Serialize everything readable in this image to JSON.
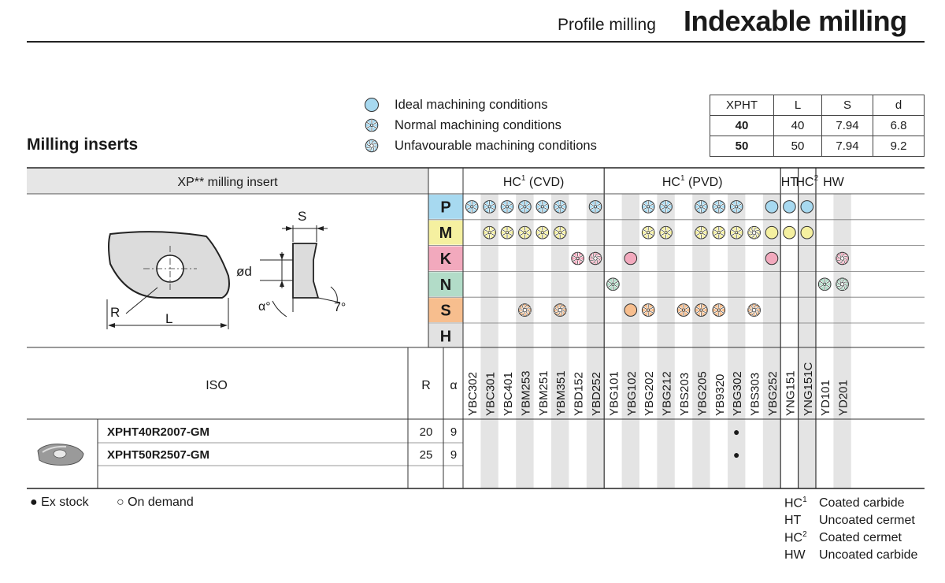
{
  "header": {
    "subtitle": "Profile milling",
    "title": "Indexable milling"
  },
  "section_title": "Milling inserts",
  "legend": [
    {
      "icon": "ideal-icon",
      "label": "Ideal machining conditions"
    },
    {
      "icon": "normal-icon",
      "label": "Normal machining conditions"
    },
    {
      "icon": "unfavourable-icon",
      "label": "Unfavourable machining conditions"
    }
  ],
  "dim_table": {
    "headers": [
      "XPHT",
      "L",
      "S",
      "d"
    ],
    "rows": [
      [
        "40",
        "40",
        "7.94",
        "6.8"
      ],
      [
        "50",
        "50",
        "7.94",
        "9.2"
      ]
    ]
  },
  "table": {
    "insert_header": "XP** milling insert",
    "groups": [
      {
        "label": "HC¹ (CVD)",
        "base": "HC",
        "sup": "1",
        "rest": " (CVD)"
      },
      {
        "label": "HC¹ (PVD)",
        "base": "HC",
        "sup": "1",
        "rest": " (PVD)"
      },
      {
        "label": "HT",
        "base": "HT",
        "sup": "",
        "rest": ""
      },
      {
        "label": "HC²",
        "base": "HC",
        "sup": "2",
        "rest": ""
      },
      {
        "label": "HW",
        "base": "HW",
        "sup": "",
        "rest": ""
      }
    ],
    "materials": [
      "P",
      "M",
      "K",
      "N",
      "S",
      "H"
    ],
    "material_colors": {
      "P": "#a7d9f0",
      "M": "#f5f0a0",
      "K": "#f2a9bd",
      "N": "#b2dcc8",
      "S": "#f7be8e",
      "H": "#e2e2e2"
    },
    "grades": [
      "YBC302",
      "YBC301",
      "YBC401",
      "YBM253",
      "YBM251",
      "YBM351",
      "YBD152",
      "YBD252",
      "YBG101",
      "YBG102",
      "YBG202",
      "YBG212",
      "YBS203",
      "YBG205",
      "YB9320",
      "YBG302",
      "YBS303",
      "YBG252",
      "YNG151",
      "YNG151C",
      "YD101",
      "YD201"
    ],
    "matrix": {
      "P": [
        "normal",
        "normal",
        "normal",
        "normal",
        "normal",
        "normal",
        "",
        "normal",
        "",
        "",
        "normal",
        "normal",
        "",
        "normal",
        "normal",
        "normal",
        "",
        "ideal",
        "ideal",
        "ideal",
        "",
        ""
      ],
      "M": [
        "",
        "normal",
        "normal",
        "normal",
        "normal",
        "normal",
        "",
        "",
        "",
        "",
        "normal",
        "normal",
        "",
        "normal",
        "normal",
        "normal",
        "unfav",
        "ideal",
        "ideal",
        "ideal",
        "",
        ""
      ],
      "K": [
        "",
        "",
        "",
        "",
        "",
        "",
        "normal",
        "unfav",
        "",
        "ideal",
        "",
        "",
        "",
        "",
        "",
        "",
        "",
        "ideal",
        "",
        "",
        "",
        "unfav"
      ],
      "N": [
        "",
        "",
        "",
        "",
        "",
        "",
        "",
        "",
        "normal",
        "",
        "",
        "",
        "",
        "",
        "",
        "",
        "",
        "",
        "",
        "",
        "normal",
        "unfav"
      ],
      "S": [
        "",
        "",
        "",
        "unfav",
        "",
        "unfav",
        "",
        "",
        "",
        "ideal",
        "normal",
        "",
        "normal",
        "normal",
        "normal",
        "",
        "unfav",
        "",
        "",
        "",
        "",
        ""
      ],
      "H": [
        "",
        "",
        "",
        "",
        "",
        "",
        "",
        "",
        "",
        "",
        "",
        "",
        "",
        "",
        "",
        "",
        "",
        "",
        "",
        "",
        "",
        ""
      ]
    },
    "iso_header": "ISO",
    "r_header": "R",
    "alpha_header": "α",
    "rows": [
      {
        "code": "XPHT40R2007-GM",
        "r": "20",
        "alpha": "9",
        "stock": [
          "",
          "",
          "",
          "",
          "",
          "",
          "",
          "",
          "",
          "",
          "",
          "",
          "",
          "",
          "",
          "●",
          "",
          "",
          "",
          "",
          "",
          ""
        ]
      },
      {
        "code": "XPHT50R2507-GM",
        "r": "25",
        "alpha": "9",
        "stock": [
          "",
          "",
          "",
          "",
          "",
          "",
          "",
          "",
          "",
          "",
          "",
          "",
          "",
          "",
          "",
          "●",
          "",
          "",
          "",
          "",
          "",
          ""
        ]
      }
    ]
  },
  "drawing_labels": {
    "S": "S",
    "d": "ød",
    "R": "R",
    "L": "L",
    "alpha": "α°",
    "angle": "7°"
  },
  "stock_notes": {
    "ex_stock": "● Ex stock",
    "on_demand": "○ On demand"
  },
  "footnotes": [
    {
      "base": "HC",
      "sup": "1",
      "text": "Coated carbide"
    },
    {
      "base": "HT",
      "sup": "",
      "text": "Uncoated cermet"
    },
    {
      "base": "HC",
      "sup": "2",
      "text": "Coated cermet"
    },
    {
      "base": "HW",
      "sup": "",
      "text": "Uncoated carbide"
    }
  ],
  "colors": {
    "ideal": "#a7d9f0",
    "normal": "#a7d9f0",
    "unfav": "#a7d9f0",
    "header_gray": "#e6e6e6",
    "stripe": "#e4e4e4"
  }
}
